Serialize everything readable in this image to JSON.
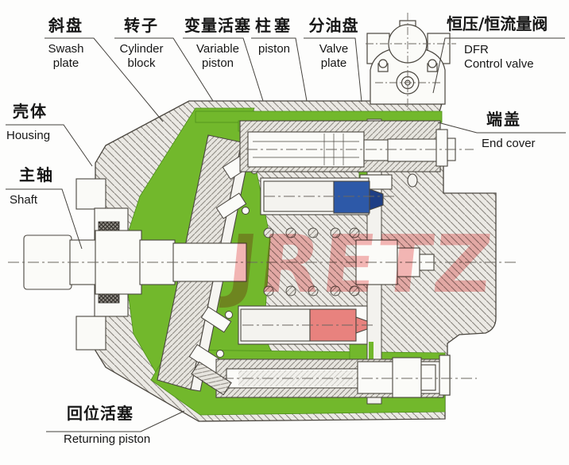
{
  "watermark": {
    "text": "JRETZ"
  },
  "labels": {
    "swash_plate": {
      "zh": "斜盘",
      "en1": "Swash",
      "en2": "plate"
    },
    "cylinder_block": {
      "zh": "转子",
      "en1": "Cylinder",
      "en2": "block"
    },
    "variable_piston": {
      "zh": "变量活塞",
      "en1": "Variable",
      "en2": "piston"
    },
    "piston": {
      "zh": "柱塞",
      "en1": "piston",
      "en2": ""
    },
    "valve_plate": {
      "zh": "分油盘",
      "en1": "Valve",
      "en2": "plate"
    },
    "dfr_valve": {
      "zh": "恒压/恒流量阀",
      "en1": "DFR",
      "en2": "Control valve"
    },
    "housing": {
      "zh": "壳体",
      "en1": "Housing",
      "en2": ""
    },
    "shaft": {
      "zh": "主轴",
      "en1": "Shaft",
      "en2": ""
    },
    "end_cover": {
      "zh": "端盖",
      "en1": "End cover",
      "en2": ""
    },
    "returning_piston": {
      "zh": "回位活塞",
      "en1": "Returning piston",
      "en2": ""
    }
  },
  "colors": {
    "green": "#72b82c",
    "blue": "#2d59a8",
    "blue_dark": "#1f3f85",
    "red": "#e8827e",
    "watermark_pink": "#ee7d7d",
    "outline": "#4a463f"
  }
}
